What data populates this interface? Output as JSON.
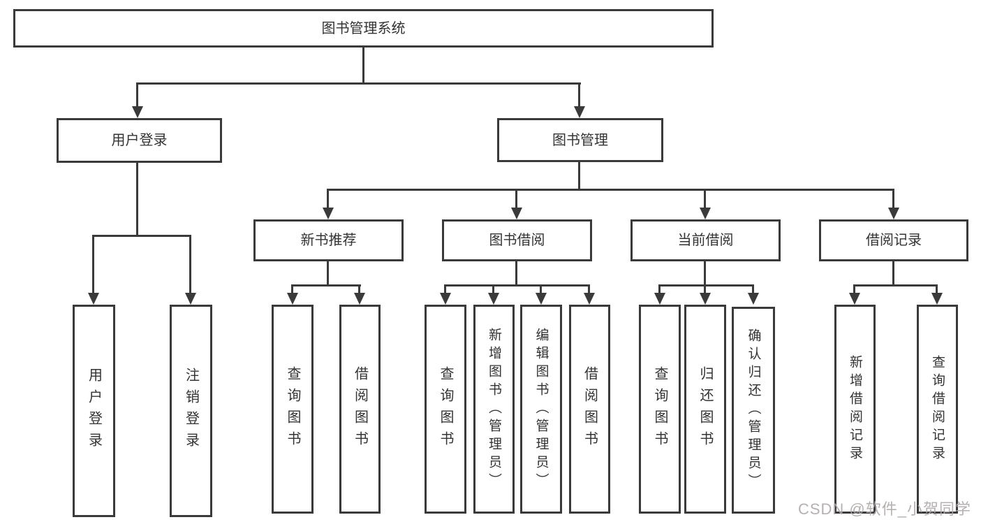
{
  "diagram": {
    "root": {
      "label": "图书管理系统"
    },
    "branches": [
      {
        "label": "用户登录",
        "children": [
          {
            "label": "用户登录"
          },
          {
            "label": "注销登录"
          }
        ]
      },
      {
        "label": "图书管理",
        "children": [
          {
            "label": "新书推荐",
            "children": [
              {
                "label": "查询图书"
              },
              {
                "label": "借阅图书"
              }
            ]
          },
          {
            "label": "图书借阅",
            "children": [
              {
                "label": "查询图书"
              },
              {
                "label": "新增图书（管理员）"
              },
              {
                "label": "编辑图书（管理员）"
              },
              {
                "label": "借阅图书"
              }
            ]
          },
          {
            "label": "当前借阅",
            "children": [
              {
                "label": "查询图书"
              },
              {
                "label": "归还图书"
              },
              {
                "label": "确认归还（管理员）"
              }
            ]
          },
          {
            "label": "借阅记录",
            "children": [
              {
                "label": "新增借阅记录"
              },
              {
                "label": "查询借阅记录"
              }
            ]
          }
        ]
      }
    ]
  },
  "watermark": {
    "text": "CSDN @软件_小贺同学"
  },
  "colors": {
    "line": "#3a3a3a",
    "text": "#333333",
    "background": "#ffffff",
    "watermark": "#b0aaaa"
  }
}
